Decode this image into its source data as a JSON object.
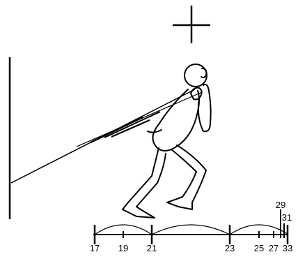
{
  "scale": {
    "tick_labels": [
      "17",
      "19",
      "21",
      "23",
      "25",
      "27",
      "29",
      "31",
      "33"
    ]
  },
  "icons": {
    "crosshair": "crosshair-icon"
  },
  "colors": {
    "ink": "#000000",
    "background": "#ffffff"
  }
}
